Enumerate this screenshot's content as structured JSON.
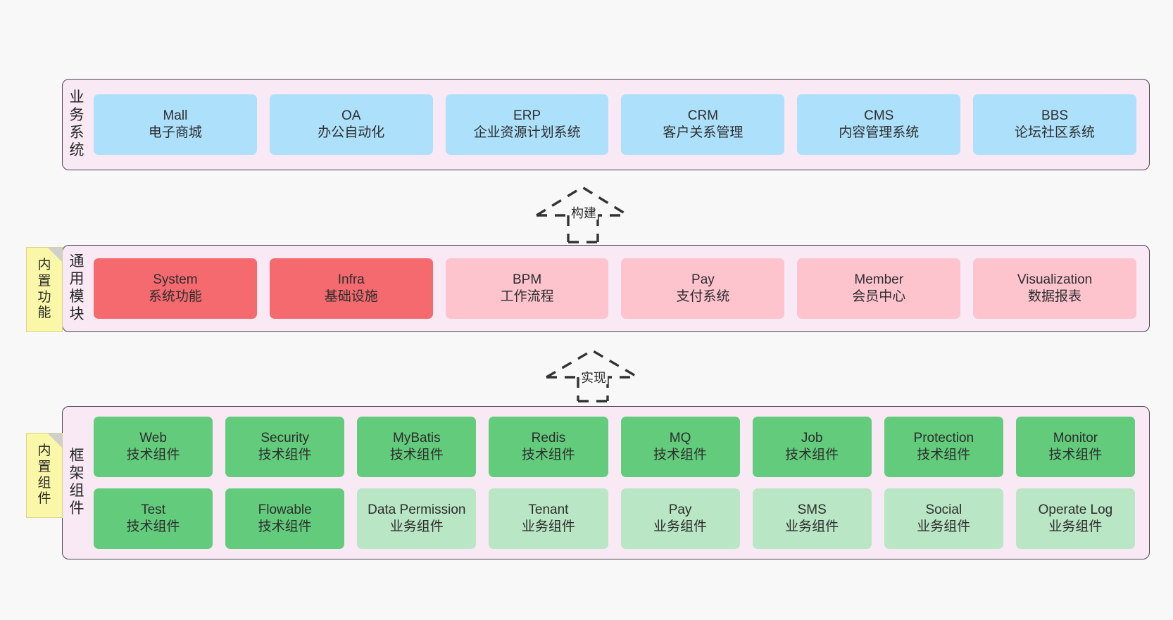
{
  "diagram": {
    "background_color": "#f8f8f8",
    "layer_fill_color": "#f8e9f4",
    "layer_border_color": "#4a4350"
  },
  "notes": [
    {
      "id": "note-functions",
      "name": "built-in-functions-note",
      "chars": [
        "内",
        "置",
        "功",
        "能"
      ],
      "color": "#fbf7a8"
    },
    {
      "id": "note-components",
      "name": "built-in-components-note",
      "chars": [
        "内",
        "置",
        "组",
        "件"
      ],
      "color": "#fbf7a8"
    }
  ],
  "connectors": [
    {
      "id": "connector-build",
      "label": "构建",
      "style": "dashed-generalization",
      "color": "#333333"
    },
    {
      "id": "connector-impl",
      "label": "实现",
      "style": "dashed-generalization",
      "color": "#333333"
    }
  ],
  "layers": [
    {
      "id": "business",
      "title_chars": [
        "业",
        "务",
        "系",
        "统"
      ],
      "rows": [
        {
          "cells": [
            {
              "title": "Mall",
              "subtitle": "电子商城",
              "color": "#ade0fb",
              "variant": "c-blue"
            },
            {
              "title": "OA",
              "subtitle": "办公自动化",
              "color": "#ade0fb",
              "variant": "c-blue"
            },
            {
              "title": "ERP",
              "subtitle": "企业资源计划系统",
              "color": "#ade0fb",
              "variant": "c-blue"
            },
            {
              "title": "CRM",
              "subtitle": "客户关系管理",
              "color": "#ade0fb",
              "variant": "c-blue"
            },
            {
              "title": "CMS",
              "subtitle": "内容管理系统",
              "color": "#ade0fb",
              "variant": "c-blue"
            },
            {
              "title": "BBS",
              "subtitle": "论坛社区系统",
              "color": "#ade0fb",
              "variant": "c-blue"
            }
          ]
        }
      ]
    },
    {
      "id": "modules",
      "title_chars": [
        "通",
        "用",
        "模",
        "块"
      ],
      "rows": [
        {
          "cells": [
            {
              "title": "System",
              "subtitle": "系统功能",
              "color": "#f46a6f",
              "variant": "c-red"
            },
            {
              "title": "Infra",
              "subtitle": "基础设施",
              "color": "#f46a6f",
              "variant": "c-red"
            },
            {
              "title": "BPM",
              "subtitle": "工作流程",
              "color": "#fdc4ce",
              "variant": "c-pink"
            },
            {
              "title": "Pay",
              "subtitle": "支付系统",
              "color": "#fdc4ce",
              "variant": "c-pink"
            },
            {
              "title": "Member",
              "subtitle": "会员中心",
              "color": "#fdc4ce",
              "variant": "c-pink"
            },
            {
              "title": "Visualization",
              "subtitle": "数据报表",
              "color": "#fdc4ce",
              "variant": "c-pink"
            }
          ]
        }
      ]
    },
    {
      "id": "framework",
      "title_chars": [
        "框",
        "架",
        "组",
        "件"
      ],
      "rows": [
        {
          "cells": [
            {
              "title": "Web",
              "subtitle": "技术组件",
              "color": "#63cc7c",
              "variant": "c-green"
            },
            {
              "title": "Security",
              "subtitle": "技术组件",
              "color": "#63cc7c",
              "variant": "c-green"
            },
            {
              "title": "MyBatis",
              "subtitle": "技术组件",
              "color": "#63cc7c",
              "variant": "c-green"
            },
            {
              "title": "Redis",
              "subtitle": "技术组件",
              "color": "#63cc7c",
              "variant": "c-green"
            },
            {
              "title": "MQ",
              "subtitle": "技术组件",
              "color": "#63cc7c",
              "variant": "c-green"
            },
            {
              "title": "Job",
              "subtitle": "技术组件",
              "color": "#63cc7c",
              "variant": "c-green"
            },
            {
              "title": "Protection",
              "subtitle": "技术组件",
              "color": "#63cc7c",
              "variant": "c-green"
            },
            {
              "title": "Monitor",
              "subtitle": "技术组件",
              "color": "#63cc7c",
              "variant": "c-green"
            }
          ]
        },
        {
          "cells": [
            {
              "title": "Test",
              "subtitle": "技术组件",
              "color": "#63cc7c",
              "variant": "c-green"
            },
            {
              "title": "Flowable",
              "subtitle": "技术组件",
              "color": "#63cc7c",
              "variant": "c-green"
            },
            {
              "title": "Data Permission",
              "subtitle": "业务组件",
              "color": "#b9e6c4",
              "variant": "c-lightgreen"
            },
            {
              "title": "Tenant",
              "subtitle": "业务组件",
              "color": "#b9e6c4",
              "variant": "c-lightgreen"
            },
            {
              "title": "Pay",
              "subtitle": "业务组件",
              "color": "#b9e6c4",
              "variant": "c-lightgreen"
            },
            {
              "title": "SMS",
              "subtitle": "业务组件",
              "color": "#b9e6c4",
              "variant": "c-lightgreen"
            },
            {
              "title": "Social",
              "subtitle": "业务组件",
              "color": "#b9e6c4",
              "variant": "c-lightgreen"
            },
            {
              "title": "Operate Log",
              "subtitle": "业务组件",
              "color": "#b9e6c4",
              "variant": "c-lightgreen"
            }
          ]
        }
      ]
    }
  ]
}
